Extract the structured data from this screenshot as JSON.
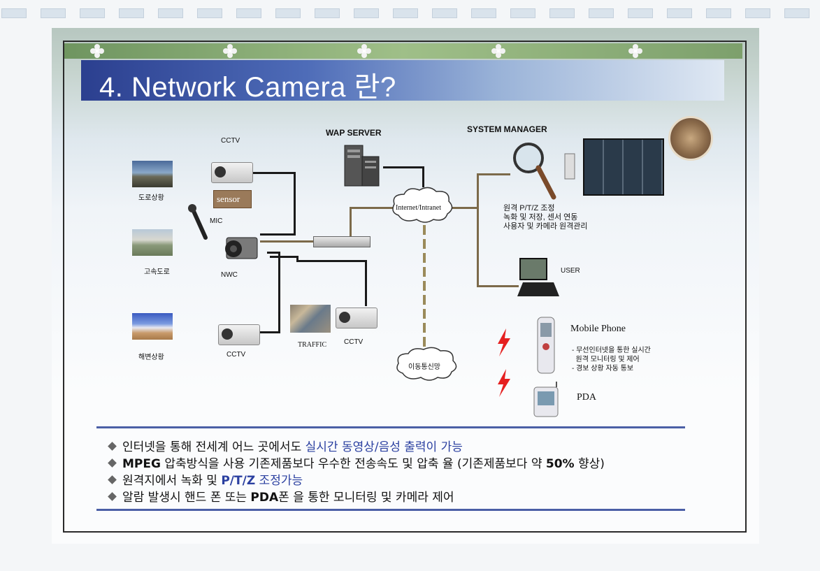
{
  "title": "4. Network Camera 란?",
  "diagram": {
    "wap_server": "WAP SERVER",
    "system_manager": "SYSTEM MANAGER",
    "cctv_top": "CCTV",
    "sensor": "sensor",
    "mic": "MIC",
    "nwc": "NWC",
    "cctv_bottom": "CCTV",
    "traffic": "TRAFFIC",
    "cctv_traffic": "CCTV",
    "internet": "Internet/Intranet",
    "mobile_net": "이동통신망",
    "user": "USER",
    "mobile_phone": "Mobile Phone",
    "pda": "PDA",
    "road_status": "도로상황",
    "highway": "고속도로",
    "coast_status": "해변상황",
    "manager_features": [
      "원격 P/T/Z 조정",
      "녹화 및 저장, 센서 연동",
      "사용자 및 카메라 원격관리"
    ],
    "mobile_features": [
      "- 무선인터넷을 통한 실시간",
      "  원격 모니터링 및 제어",
      "- 경보 상황 자동 통보"
    ]
  },
  "bullets": {
    "b1_plain": "인터넷을 통해 전세계 어느 곳에서도 ",
    "b1_hl": "실시간 동영상/음성 출력이 가능",
    "b2_bold": "MPEG",
    "b2_mid": " 압축방식을 사용 기존제품보다 우수한 전송속도  및 압축 율 (기존제품보다 약  ",
    "b2_bold2": "50%",
    "b2_end": " 향상)",
    "b3_plain": "원격지에서 녹화 및 ",
    "b3_hl_bold": "P/T/Z",
    "b3_hl": " 조정가능",
    "b4_plain": "알람 발생시 핸드 폰 또는 ",
    "b4_bold": "PDA",
    "b4_end": "폰 을 통한 모니터링 및 카메라 제어"
  }
}
